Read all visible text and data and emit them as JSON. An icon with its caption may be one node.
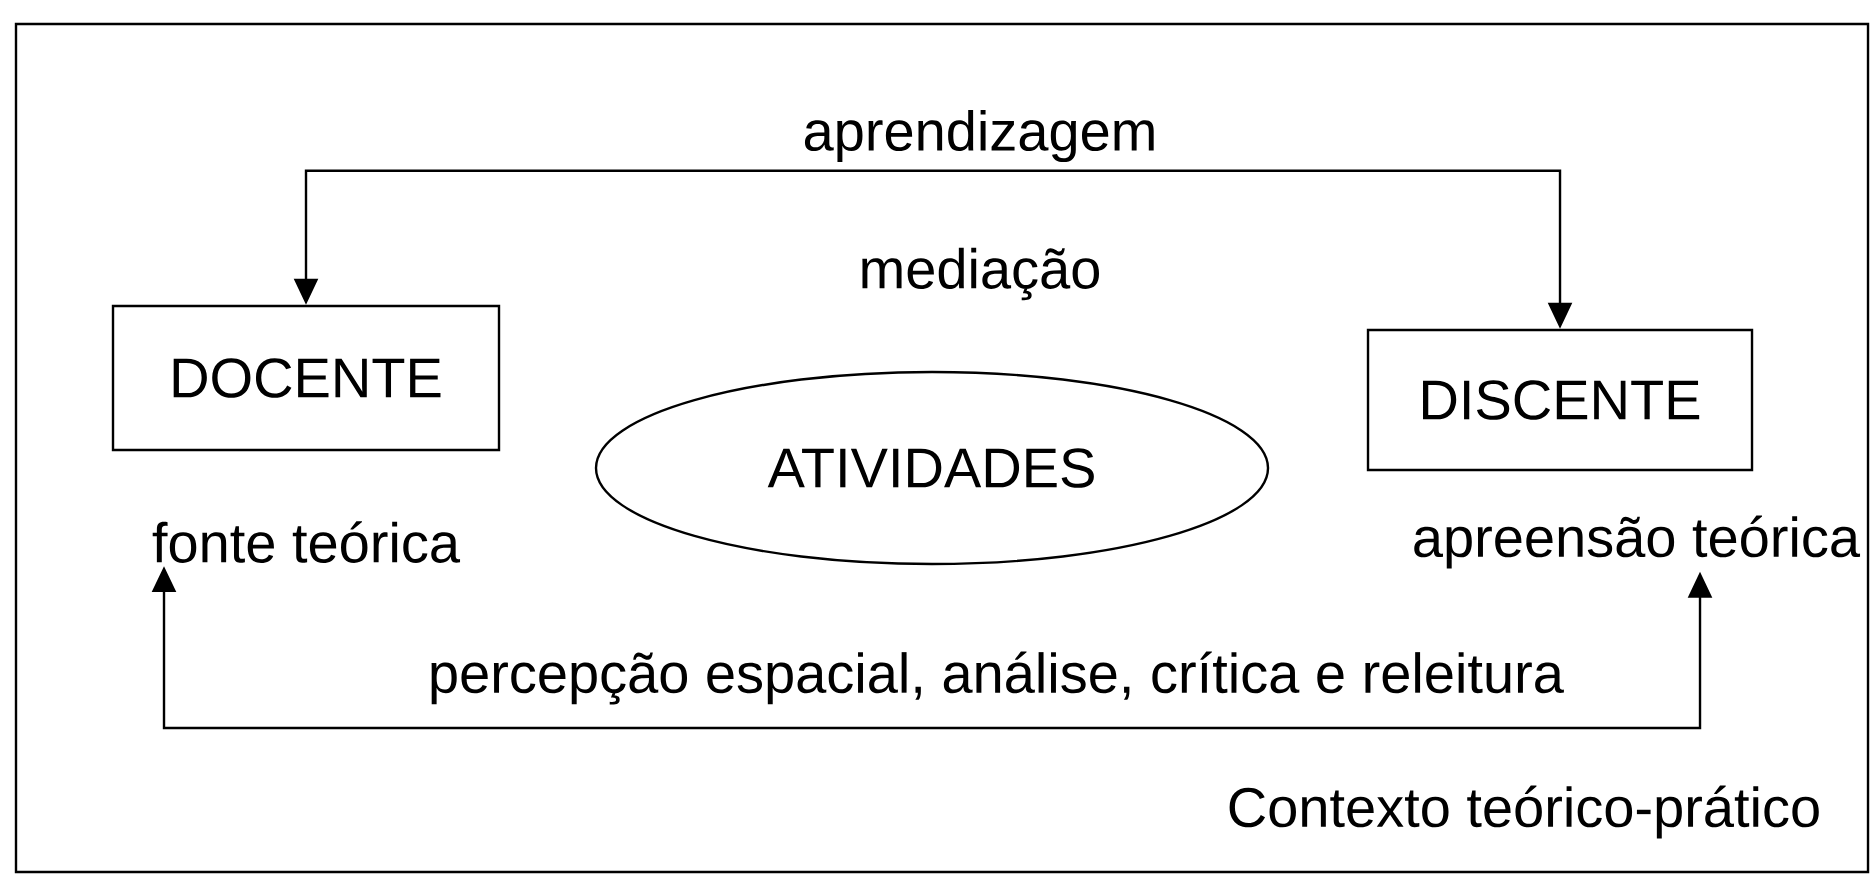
{
  "diagram": {
    "nodes": [
      {
        "text": [
          "Contexto teórico-prático"
        ]
      },
      {
        "text": [
          "DOCENTE"
        ],
        "in": 0
      },
      {
        "text": [
          "ATIVIDADES"
        ],
        "in": 0
      },
      {
        "text": [
          "DISCENTE"
        ],
        "in": 0
      },
      {
        "text": [
          "fonte teórica"
        ],
        "in": 0
      },
      {
        "text": [
          "apreensão teórica"
        ],
        "in": 0
      }
    ],
    "edges": [
      {
        "from": 1,
        "to": 3,
        "arrow": "both",
        "label": "aprendizagem"
      },
      {
        "from": 4,
        "to": 5,
        "arrow": "both",
        "label": "percepção espacial, análise, crítica e releitura"
      }
    ],
    "labels": [
      "mediação"
    ]
  }
}
